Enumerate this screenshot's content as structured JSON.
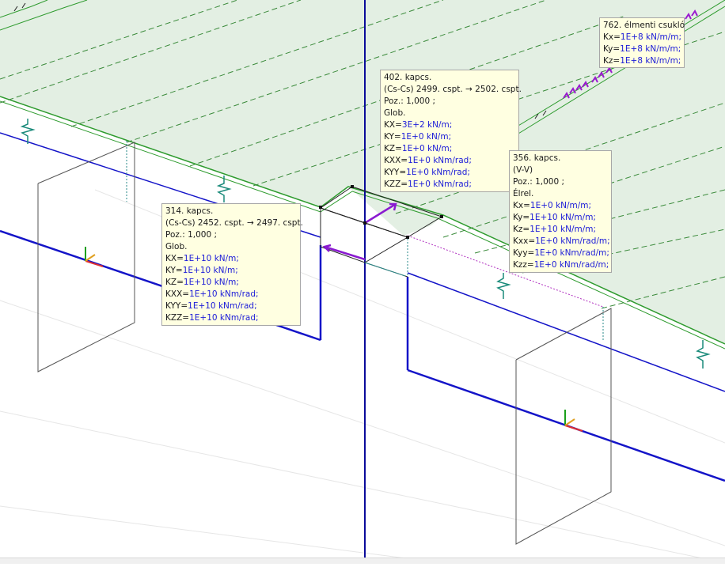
{
  "colors": {
    "slab_fill": "#e3efe3",
    "slab_edge": "#2e9b2e",
    "beam": "#1414c8",
    "axis": "#0a0a9a",
    "spring": "#1a8a7a",
    "hinge": "#9a1ad0",
    "tooltip_bg": "#ffffe1",
    "value_text": "#1c1cd8"
  },
  "tooltips": [
    {
      "id": "link-402",
      "lines": [
        {
          "label": "402. kapcs.",
          "value": ""
        },
        {
          "label": "(Cs-Cs) 2499. cspt. → 2502. cspt.",
          "value": ""
        },
        {
          "label": "Poz.: 1,000 ;",
          "value": ""
        },
        {
          "label": "Glob.",
          "value": ""
        },
        {
          "label": "KX=",
          "value": "3E+2 kN/m;"
        },
        {
          "label": "KY=",
          "value": "1E+0 kN/m;"
        },
        {
          "label": "KZ=",
          "value": "1E+0 kN/m;"
        },
        {
          "label": "KXX=",
          "value": "1E+0 kNm/rad;"
        },
        {
          "label": "KYY=",
          "value": "1E+0 kNm/rad;"
        },
        {
          "label": "KZZ=",
          "value": "1E+0 kNm/rad;"
        }
      ]
    },
    {
      "id": "hinge-762",
      "lines": [
        {
          "label": "762. élmenti csukló",
          "value": ""
        },
        {
          "label": "Kx=",
          "value": "1E+8 kN/m/m;"
        },
        {
          "label": "Ky=",
          "value": "1E+8 kN/m/m;"
        },
        {
          "label": "Kz=",
          "value": "1E+8 kN/m/m;"
        }
      ]
    },
    {
      "id": "link-356",
      "lines": [
        {
          "label": "356. kapcs.",
          "value": ""
        },
        {
          "label": "(V-V)",
          "value": ""
        },
        {
          "label": "Poz.: 1,000 ;",
          "value": ""
        },
        {
          "label": "Élrel.",
          "value": ""
        },
        {
          "label": "Kx=",
          "value": "1E+0 kN/m/m;"
        },
        {
          "label": "Ky=",
          "value": "1E+10 kN/m/m;"
        },
        {
          "label": "Kz=",
          "value": "1E+10 kN/m/m;"
        },
        {
          "label": "Kxx=",
          "value": "1E+0 kNm/rad/m;"
        },
        {
          "label": "Kyy=",
          "value": "1E+0 kNm/rad/m;"
        },
        {
          "label": "Kzz=",
          "value": "1E+0 kNm/rad/m;"
        }
      ]
    },
    {
      "id": "link-314",
      "lines": [
        {
          "label": "314. kapcs.",
          "value": ""
        },
        {
          "label": "(Cs-Cs) 2452. cspt. → 2497. cspt.",
          "value": ""
        },
        {
          "label": "Poz.: 1,000 ;",
          "value": ""
        },
        {
          "label": "Glob.",
          "value": ""
        },
        {
          "label": "KX=",
          "value": "1E+10 kN/m;"
        },
        {
          "label": "KY=",
          "value": "1E+10 kN/m;"
        },
        {
          "label": "KZ=",
          "value": "1E+10 kN/m;"
        },
        {
          "label": "KXX=",
          "value": "1E+10 kNm/rad;"
        },
        {
          "label": "KYY=",
          "value": "1E+10 kNm/rad;"
        },
        {
          "label": "KZZ=",
          "value": "1E+10 kNm/rad;"
        }
      ]
    }
  ]
}
